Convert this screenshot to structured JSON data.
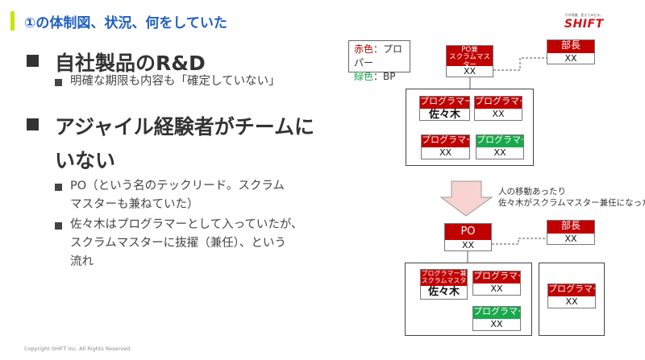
{
  "header": {
    "title": "①の体制図、状況、何をしていた",
    "logo_tagline": "その常識、変えてみせる。",
    "logo_name": "SHIFT"
  },
  "content": {
    "bullet1": "自社製品のR&D",
    "bullet1_sub": "明確な期限も内容も「確定していない」",
    "bullet2_line1": "アジャイル経験者がチームに",
    "bullet2_line2": "いない",
    "bullet2_sub1_line1": "PO（という名のテックリード。スクラム",
    "bullet2_sub1_line2": "マスターも兼ねていた）",
    "bullet2_sub2_line1": "佐々木はプログラマーとして入っていたが、",
    "bullet2_sub2_line2": "スクラムマスターに抜擢（兼任）、という",
    "bullet2_sub2_line3": "流れ"
  },
  "legend": {
    "red_label": "赤色",
    "red_value": "：プロパー",
    "green_label": "緑色",
    "green_value": "：BP"
  },
  "diagram_before": {
    "po": {
      "role": "PO兼\nスクラムマスター",
      "name": "XX"
    },
    "manager": {
      "role": "部長",
      "name": "XX"
    },
    "members": [
      {
        "role": "プログラマー",
        "name": "佐々木",
        "color": "red"
      },
      {
        "role": "プログラマー",
        "name": "XX",
        "color": "red"
      },
      {
        "role": "プログラマー",
        "name": "XX",
        "color": "red"
      },
      {
        "role": "プログラマー",
        "name": "XX",
        "color": "green"
      }
    ]
  },
  "transition_note": {
    "line1": "人の移動あったり",
    "line2": "佐々木がスクラムマスター兼任になったり"
  },
  "diagram_after": {
    "po": {
      "role": "PO",
      "name": "XX"
    },
    "manager": {
      "role": "部長",
      "name": "XX"
    },
    "members": [
      {
        "role": "プログラマー兼\nスクラムマスター",
        "name": "佐々木",
        "color": "red"
      },
      {
        "role": "プログラマー",
        "name": "XX",
        "color": "red"
      },
      {
        "role": "プログラマー",
        "name": "XX",
        "color": "green"
      },
      {
        "role": "プログラマー",
        "name": "XX",
        "color": "red"
      }
    ]
  },
  "colors": {
    "proper": "#c00000",
    "bp": "#1aa84d",
    "title": "#1f5fc1",
    "accent": "#c8e600"
  },
  "footer": {
    "copyright": "Copyright SHIFT Inc. All Rights Reserved."
  }
}
